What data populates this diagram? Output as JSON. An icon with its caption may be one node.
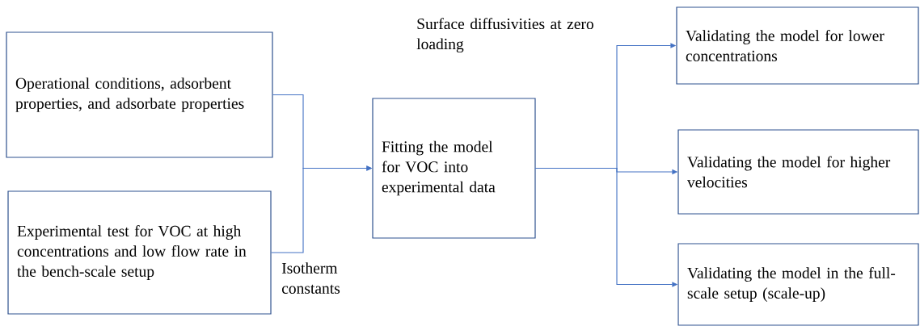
{
  "diagram": {
    "nodes": [
      {
        "text": [
          "Operational conditions, adsorbent properties, and adsorbate properties"
        ]
      },
      {
        "text": [
          "Experimental test for VOC at high concentrations and low flow rate in the bench-scale setup"
        ]
      },
      {
        "text": [
          "Fitting the model for VOC into experimental data"
        ]
      },
      {
        "text": [
          "Validating the model for lower concentrations"
        ]
      },
      {
        "text": [
          "Validating the model for higher velocities"
        ]
      },
      {
        "text": [
          "Validating the model in the full-scale setup (scale-up)"
        ]
      }
    ],
    "edges": [
      {
        "from": 0,
        "to": 2,
        "arrow": "to"
      },
      {
        "from": 1,
        "to": 2,
        "arrow": "to"
      },
      {
        "from": 2,
        "to": 3,
        "arrow": "to"
      },
      {
        "from": 2,
        "to": 4,
        "arrow": "to"
      },
      {
        "from": 2,
        "to": 5,
        "arrow": "to"
      }
    ],
    "labels": [
      "Surface diffusivities at zero loading",
      "Isotherm constants"
    ]
  }
}
